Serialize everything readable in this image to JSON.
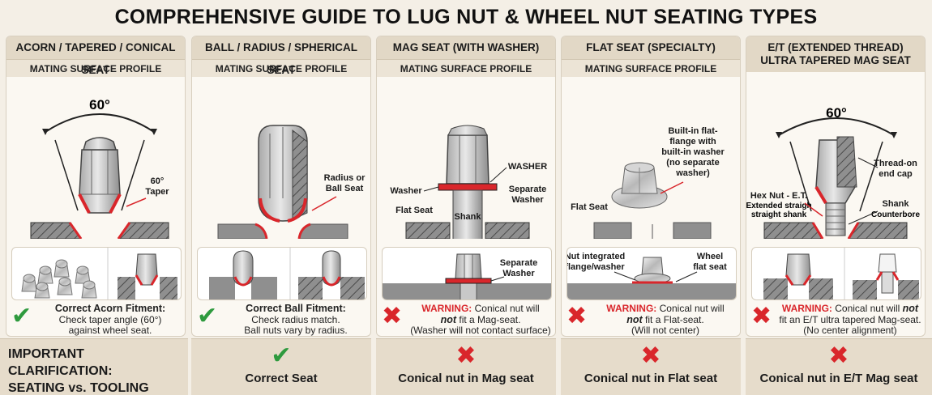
{
  "title": "COMPREHENSIVE GUIDE TO LUG NUT & WHEEL NUT SEATING TYPES",
  "columns": [
    {
      "header": "ACORN / TAPERED / CONICAL SEAT",
      "subheader": "MATING SURFACE PROFILE",
      "labels": {
        "angle": "60°",
        "taper_1": "60°",
        "taper_2": "Taper"
      },
      "verdict": {
        "status": "ok",
        "title": "Correct Acorn Fitment:",
        "line1": "Check taper angle (60°)",
        "line2": "against wheel seat."
      }
    },
    {
      "header": "BALL / RADIUS / SPHERICAL SEAT",
      "subheader": "MATING SURFACE PROFILE",
      "labels": {
        "radius_1": "Radius or",
        "radius_2": "Ball Seat"
      },
      "verdict": {
        "status": "ok",
        "title": "Correct Ball Fitment:",
        "line1": "Check radius match.",
        "line2": "Ball nuts vary by radius."
      }
    },
    {
      "header": "MAG SEAT (WITH WASHER)",
      "subheader": "MATING SURFACE PROFILE",
      "labels": {
        "washer_caps": "WASHER",
        "washer": "Washer",
        "separate_1": "Separate",
        "separate_2": "Washer",
        "flat_seat": "Flat Seat",
        "shank": "Shank",
        "fit_1": "Separate",
        "fit_2": "Washer"
      },
      "verdict": {
        "status": "bad",
        "warning": "WARNING:",
        "line1": "Conical nut will",
        "line2_em": "not",
        "line2": "fit a Mag-seat.",
        "line3": "(Washer will not contact surface)"
      }
    },
    {
      "header": "FLAT SEAT (SPECIALTY)",
      "subheader": "MATING SURFACE PROFILE",
      "labels": {
        "flange_1": "Built-in flat-",
        "flange_2": "flange with",
        "flange_3": "built-in washer",
        "flange_4": "(no separate",
        "flange_5": "washer)",
        "flat_seat": "Flat Seat",
        "integrated_1": "Nut integrated",
        "integrated_2": "flange/washer",
        "wheel_1": "Wheel",
        "wheel_2": "flat seat"
      },
      "verdict": {
        "status": "bad",
        "warning": "WARNING:",
        "line1": "Conical nut will",
        "line2_em": "not",
        "line2": "fit a Flat-seat.",
        "line3": "(Will not center)"
      }
    },
    {
      "header_1": "E/T (EXTENDED THREAD)",
      "header_2": "ULTRA TAPERED MAG SEAT",
      "labels": {
        "angle": "60°",
        "thread_1": "Thread-on",
        "thread_2": "end cap",
        "hex_1": "Hex Nut - E.T.",
        "hex_2": "Extended straigh",
        "hex_3": "straight shank",
        "shank_1": "Shank",
        "shank_2": "Counterbore"
      },
      "verdict": {
        "status": "bad",
        "warning": "WARNING:",
        "line1": "Conical nut will",
        "line2_pre": "fit an E/T ultra tapered Mag-seat.",
        "line2_em": "not",
        "line3": "(No center alignment)"
      }
    }
  ],
  "bottom": {
    "clarification_1": "IMPORTANT CLARIFICATION:",
    "clarification_2": "SEATING vs. TOOLING",
    "cells": [
      {
        "mark": "✔",
        "label": "Correct Seat",
        "color": "#2e9a3e"
      },
      {
        "mark": "✖",
        "label": "Conical nut in Mag seat",
        "color": "#d9262b"
      },
      {
        "mark": "✖",
        "label": "Conical nut in Flat seat",
        "color": "#d9262b"
      },
      {
        "mark": "✖",
        "label": "Conical nut in E/T Mag seat",
        "color": "#d9262b"
      }
    ]
  },
  "icons": {
    "ok": "check-icon",
    "bad": "cross-icon"
  },
  "colors": {
    "seat_red": "#d9262b",
    "ok_green": "#2e9a3e",
    "header_bg": "#e2d8c6"
  }
}
